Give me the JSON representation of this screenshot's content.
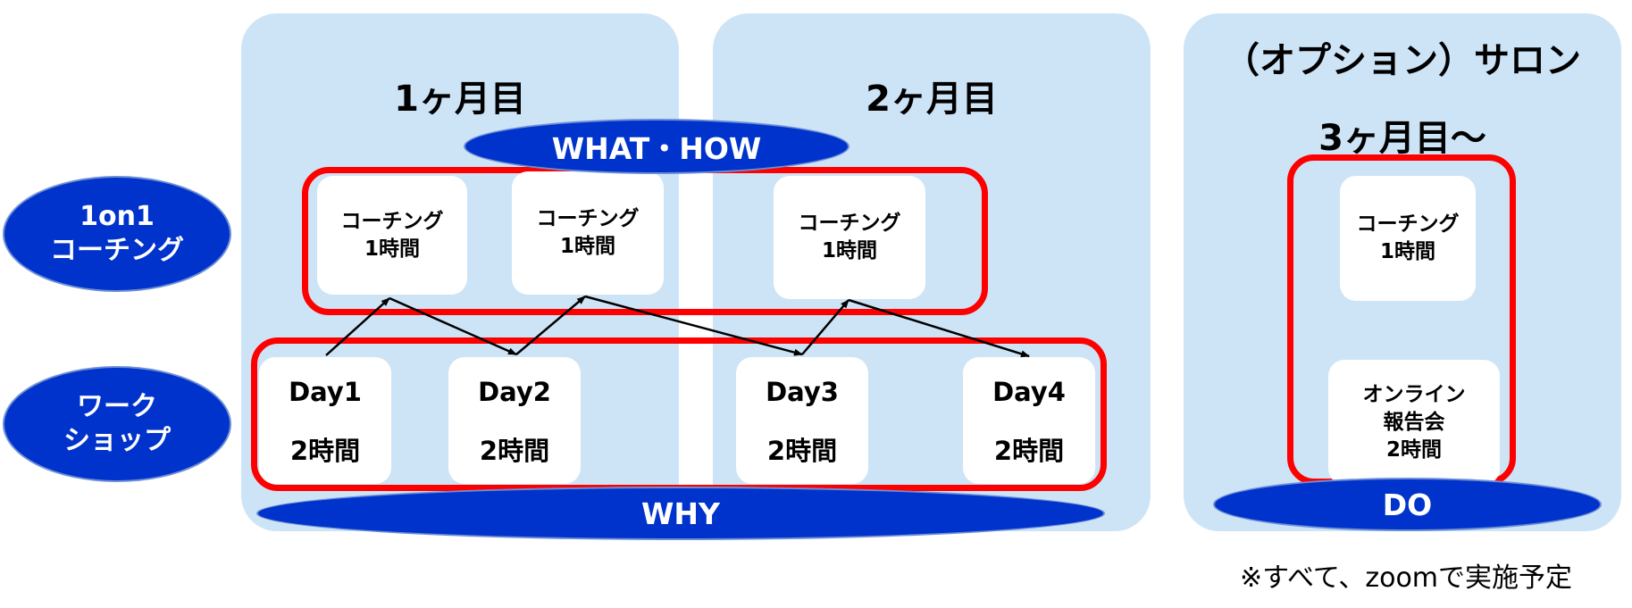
{
  "labels": {
    "coaching": [
      "1on1",
      "コーチング"
    ],
    "workshop": [
      "ワーク",
      "ショップ"
    ]
  },
  "panels": {
    "month1": "1ヶ月目",
    "month2": "2ヶ月目",
    "option_title": "（オプション）サロン",
    "month3": "3ヶ月目～"
  },
  "bands": {
    "what_how": "WHAT・HOW",
    "why": "WHY",
    "do": "DO"
  },
  "coaching_cards": [
    {
      "title": "コーチング",
      "duration": "1時間"
    },
    {
      "title": "コーチング",
      "duration": "1時間"
    },
    {
      "title": "コーチング",
      "duration": "1時間"
    },
    {
      "title": "コーチング",
      "duration": "1時間"
    }
  ],
  "workshop_days": [
    {
      "day": "Day1",
      "duration": "2時間"
    },
    {
      "day": "Day2",
      "duration": "2時間"
    },
    {
      "day": "Day3",
      "duration": "2時間"
    },
    {
      "day": "Day4",
      "duration": "2時間"
    }
  ],
  "online_report": [
    "オンライン",
    "報告会",
    "2時間"
  ],
  "note": "※すべて、zoomで実施予定",
  "colors": {
    "panel": "#cde4f7",
    "accent_blue": "#0033cc",
    "highlight_red": "#ff0000"
  }
}
